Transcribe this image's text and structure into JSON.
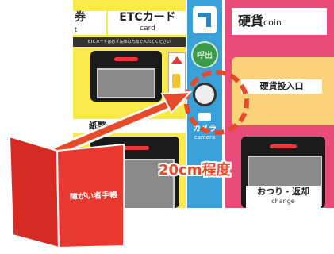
{
  "machine": {
    "ticket": {
      "title": "券",
      "sub": "t"
    },
    "etc": {
      "title": "ETCカード",
      "sub": "card"
    },
    "instruction": "ETCカードは必ず矢印の方向で入れてください",
    "paper": "紙幣",
    "call_button": "呼出",
    "camera": {
      "label": "カメラ",
      "sub": "camera"
    },
    "coin": {
      "title": "硬貨",
      "sub": "coin"
    },
    "coin_slot": "硬貨投入口",
    "change": {
      "title": "おつり・返却",
      "sub": "change"
    }
  },
  "overlay": {
    "distance": "20cm程度",
    "handbook_title": "障がい者手帳"
  },
  "colors": {
    "highlight": "#e74a2b",
    "yellow_panel": "#f7ea4a",
    "blue_strip": "#3aa0d8",
    "pink_panel": "#e94b7a",
    "handbook": "#e8382f"
  },
  "icons": [
    "station-icon",
    "call-button-icon",
    "camera-lens-icon",
    "camera-icon",
    "card-insert-arrow-icon"
  ]
}
